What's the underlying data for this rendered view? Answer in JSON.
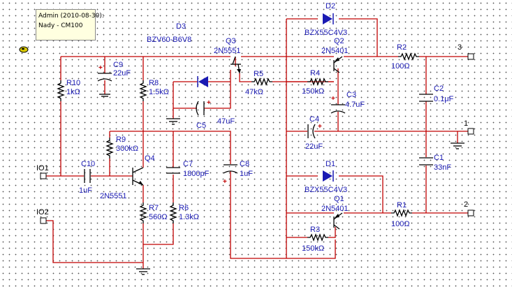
{
  "note": {
    "line1": "Admin (2010-08-30):",
    "line2": "Nady - CM100"
  },
  "ports": {
    "io1": "IO1",
    "io2": "IO2",
    "n3": "3",
    "n1": "1",
    "n2": "2"
  },
  "components": {
    "D3": {
      "ref": "D3",
      "value": "BZV60-B6V8"
    },
    "D2": {
      "ref": "D2",
      "value": "BZX55C4V3"
    },
    "D1": {
      "ref": "D1",
      "value": "BZX55C4V3"
    },
    "Q1": {
      "ref": "Q1",
      "value": "2N5401"
    },
    "Q2": {
      "ref": "Q2",
      "value": "2N5401"
    },
    "Q3": {
      "ref": "Q3",
      "value": "2N5551"
    },
    "Q4": {
      "ref": "Q4",
      "value": "2N5551"
    },
    "R1": {
      "ref": "R1",
      "value": "100Ω"
    },
    "R2": {
      "ref": "R2",
      "value": "100Ω"
    },
    "R3": {
      "ref": "R3",
      "value": "150kΩ"
    },
    "R4": {
      "ref": "R4",
      "value": "150kΩ"
    },
    "R5": {
      "ref": "R5",
      "value": "47kΩ"
    },
    "R6": {
      "ref": "R6",
      "value": "1.3kΩ"
    },
    "R7": {
      "ref": "R7",
      "value": "560Ω"
    },
    "R8": {
      "ref": "R8",
      "value": "1.5kΩ"
    },
    "R9": {
      "ref": "R9",
      "value": "300kΩ"
    },
    "R10": {
      "ref": "R10",
      "value": "1kΩ"
    },
    "C1": {
      "ref": "C1",
      "value": "33nF"
    },
    "C2": {
      "ref": "C2",
      "value": "0.1μF"
    },
    "C3": {
      "ref": "C3",
      "value": "4.7uF"
    },
    "C4": {
      "ref": "C4",
      "value": "22uF"
    },
    "C5": {
      "ref": "C5",
      "value": "47uF"
    },
    "C7": {
      "ref": "C7",
      "value": "1800pF"
    },
    "C8": {
      "ref": "C8",
      "value": "1uF"
    },
    "C9": {
      "ref": "C9",
      "value": "22uF"
    },
    "C10": {
      "ref": "C10",
      "value": "1uF"
    }
  },
  "colors": {
    "wire": "#c00000",
    "label": "#1a1ab3",
    "component": "#000000",
    "note_bg": "#ffffe0",
    "grid": "#555555"
  },
  "icons": {
    "note_pin": "pushpin-icon"
  }
}
